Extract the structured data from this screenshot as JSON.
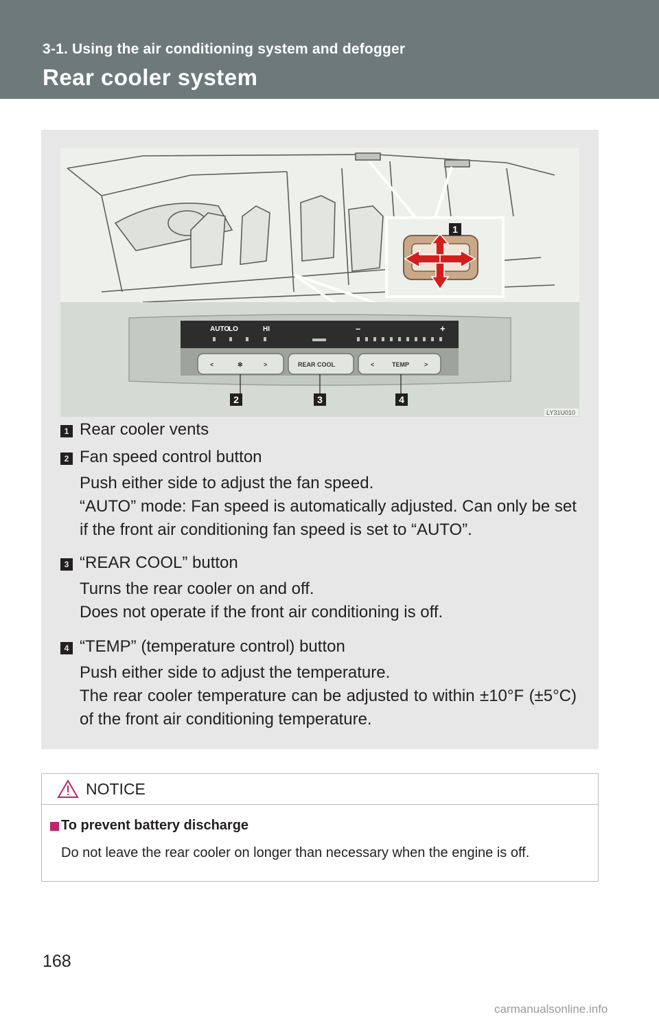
{
  "header": {
    "section": "3-1. Using the air conditioning system and defogger",
    "title": "Rear cooler system"
  },
  "figure": {
    "code": "LY31U010",
    "callouts": [
      "1",
      "2",
      "3",
      "4"
    ],
    "panel": {
      "auto": "AUTO",
      "lo": "LO",
      "hi": "HI",
      "rear_cool": "REAR   COOL",
      "temp": "TEMP",
      "minus": "–",
      "plus": "+"
    }
  },
  "items": [
    {
      "number": "1",
      "title": "Rear cooler vents",
      "desc": []
    },
    {
      "number": "2",
      "title": "Fan speed control button",
      "desc": [
        "Push either side to adjust the fan speed.",
        "“AUTO” mode: Fan speed is automatically adjusted. Can only be set if the front air conditioning fan speed is set to “AUTO”."
      ]
    },
    {
      "number": "3",
      "title": "“REAR COOL” button",
      "desc": [
        "Turns the rear cooler on and off.",
        "Does not operate if the front air conditioning is off."
      ]
    },
    {
      "number": "4",
      "title": "“TEMP” (temperature control) button",
      "desc": [
        "Push either side to adjust the temperature.",
        "The rear cooler temperature can be adjusted to within ±10°F (±5°C) of the front air conditioning temperature."
      ]
    }
  ],
  "notice": {
    "label": "NOTICE",
    "subtitle": "To prevent battery discharge",
    "body": "Do not leave the rear cooler on longer than necessary when the engine is off."
  },
  "page_number": "168",
  "watermark": "carmanualsonline.info"
}
